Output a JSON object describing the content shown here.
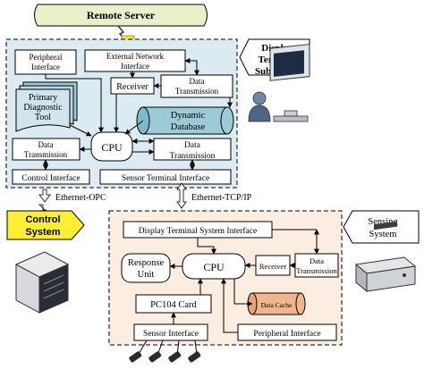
{
  "remote_server": {
    "label": "Remote Server"
  },
  "display_subsystem": {
    "title_lines": [
      "Display",
      "Terminal",
      "Subsystem"
    ],
    "peripheral_interface_lines": [
      "Peripheral",
      "Interface"
    ],
    "external_network_interface_lines": [
      "External Network",
      "Interface"
    ],
    "receiver": "Receiver",
    "data_transmission_top_lines": [
      "Data",
      "Transmission"
    ],
    "primary_diagnostic_tool_lines": [
      "Primary",
      "Diagnostic",
      "Tool"
    ],
    "dynamic_database_lines": [
      "Dynamic",
      "Database"
    ],
    "cpu": "CPU",
    "data_transmission_left_lines": [
      "Data",
      "Transmission"
    ],
    "data_transmission_right_lines": [
      "Data",
      "Transmission"
    ],
    "control_interface": "Control Interface",
    "sensor_terminal_interface": "Sensor Terminal Interface"
  },
  "links": {
    "ethernet_opc": "Ethernet-OPC",
    "ethernet_tcpip": "Ethernet-TCP/IP"
  },
  "control_system": {
    "title_lines": [
      "Control",
      "System"
    ]
  },
  "sensing_system": {
    "title_lines": [
      "Sensing",
      "System"
    ],
    "display_terminal_system_interface": "Display Terminal System Interface",
    "response_unit_lines": [
      "Response",
      "Unit"
    ],
    "cpu": "CPU",
    "receiver": "Receiver",
    "data_transmission_lines": [
      "Data",
      "Transmission"
    ],
    "pc104_card": "PC104 Card",
    "data_cache": "Data Cache",
    "sensor_interface": "Sensor Interface",
    "peripheral_interface": "Peripheral Interface"
  },
  "colors": {
    "server_fill": "#e7f2c9",
    "display_panel_fill": "#dcebf2",
    "sensing_panel_fill": "#fbeee0",
    "control_title_fill": "#ffee33",
    "database_fill": "#9ccbd8",
    "cache_fill": "#f0b58c",
    "line": "#000000"
  }
}
